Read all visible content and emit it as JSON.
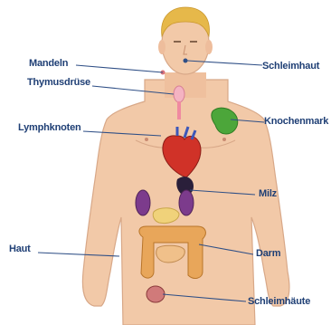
{
  "labels": {
    "mandeln": "Mandeln",
    "thymus": "Thymusdrüse",
    "lymphknoten": "Lymphknoten",
    "haut": "Haut",
    "schleimhaut_top": "Schleimhaut",
    "knochenmark": "Knochenmark",
    "milz": "Milz",
    "darm": "Darm",
    "schleimhaeute_bottom": "Schleimhäute"
  },
  "colors": {
    "label_text": "#1f3f75",
    "leader_line": "#2f4f86",
    "skin": "#f2c9a8",
    "skin_outline": "#d8a888",
    "hair": "#e6b84a",
    "heart": "#d03228",
    "kidney": "#7c3b8c",
    "intestine": "#e8a65a",
    "bone_marrow": "#4ca63a",
    "spleen": "#2a1f3a",
    "thymus": "#f4b3c2"
  }
}
